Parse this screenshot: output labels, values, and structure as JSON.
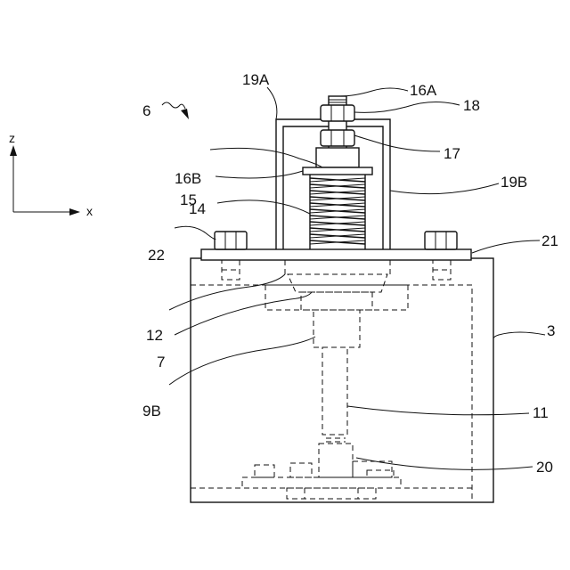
{
  "figure": {
    "assembly_label": "6",
    "axis_z": "z",
    "axis_x": "x",
    "labels": {
      "l16A": "16A",
      "l18": "18",
      "l19A": "19A",
      "l17": "17",
      "l16B": "16B",
      "l15": "15",
      "l14": "14",
      "l19B": "19B",
      "l22": "22",
      "l21": "21",
      "l12": "12",
      "l7": "7",
      "l9B": "9B",
      "l3": "3",
      "l11": "11",
      "l20": "20"
    }
  }
}
